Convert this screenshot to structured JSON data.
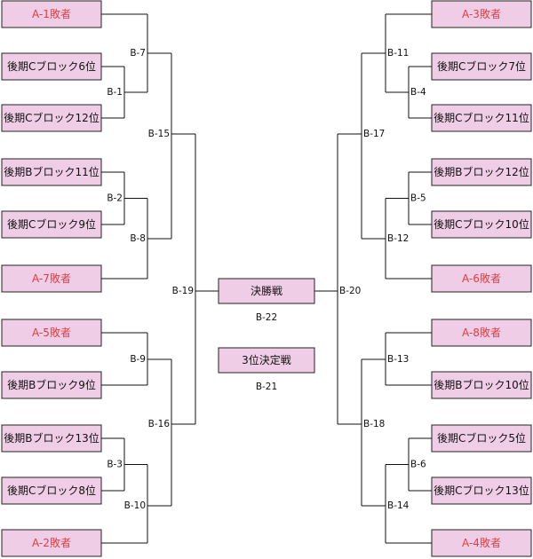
{
  "colors": {
    "box_fill": "#f0cde6",
    "line": "#111111",
    "loser_text": "#e83a3a",
    "text": "#111111"
  },
  "left_teams": [
    {
      "label": "A-1敗者",
      "loser": true
    },
    {
      "label": "後期Cブロック6位",
      "loser": false
    },
    {
      "label": "後期Cブロック12位",
      "loser": false
    },
    {
      "label": "後期Bブロック11位",
      "loser": false
    },
    {
      "label": "後期Cブロック9位",
      "loser": false
    },
    {
      "label": "A-7敗者",
      "loser": true
    },
    {
      "label": "A-5敗者",
      "loser": true
    },
    {
      "label": "後期Bブロック9位",
      "loser": false
    },
    {
      "label": "後期Bブロック13位",
      "loser": false
    },
    {
      "label": "後期Cブロック8位",
      "loser": false
    },
    {
      "label": "A-2敗者",
      "loser": true
    }
  ],
  "right_teams": [
    {
      "label": "A-3敗者",
      "loser": true
    },
    {
      "label": "後期Cブロック7位",
      "loser": false
    },
    {
      "label": "後期Cブロック11位",
      "loser": false
    },
    {
      "label": "後期Bブロック12位",
      "loser": false
    },
    {
      "label": "後期Cブロック10位",
      "loser": false
    },
    {
      "label": "A-6敗者",
      "loser": true
    },
    {
      "label": "A-8敗者",
      "loser": true
    },
    {
      "label": "後期Bブロック10位",
      "loser": false
    },
    {
      "label": "後期Cブロック5位",
      "loser": false
    },
    {
      "label": "後期Cブロック13位",
      "loser": false
    },
    {
      "label": "A-4敗者",
      "loser": true
    }
  ],
  "matches": {
    "left": {
      "r1_top": "B-1",
      "r1_mid": "B-2",
      "r1_bot": "B-3",
      "r2_a": "B-7",
      "r2_b": "B-8",
      "r2_c": "B-9",
      "r2_d": "B-10",
      "r3_top": "B-15",
      "r3_bot": "B-16",
      "semi": "B-19"
    },
    "right": {
      "r1_top": "B-4",
      "r1_mid": "B-5",
      "r1_bot": "B-6",
      "r2_a": "B-11",
      "r2_b": "B-12",
      "r2_c": "B-13",
      "r2_d": "B-14",
      "r3_top": "B-17",
      "r3_bot": "B-18",
      "semi": "B-20"
    }
  },
  "final": {
    "label": "決勝戦",
    "match": "B-22"
  },
  "third_place": {
    "label": "3位決定戦",
    "match": "B-21"
  }
}
